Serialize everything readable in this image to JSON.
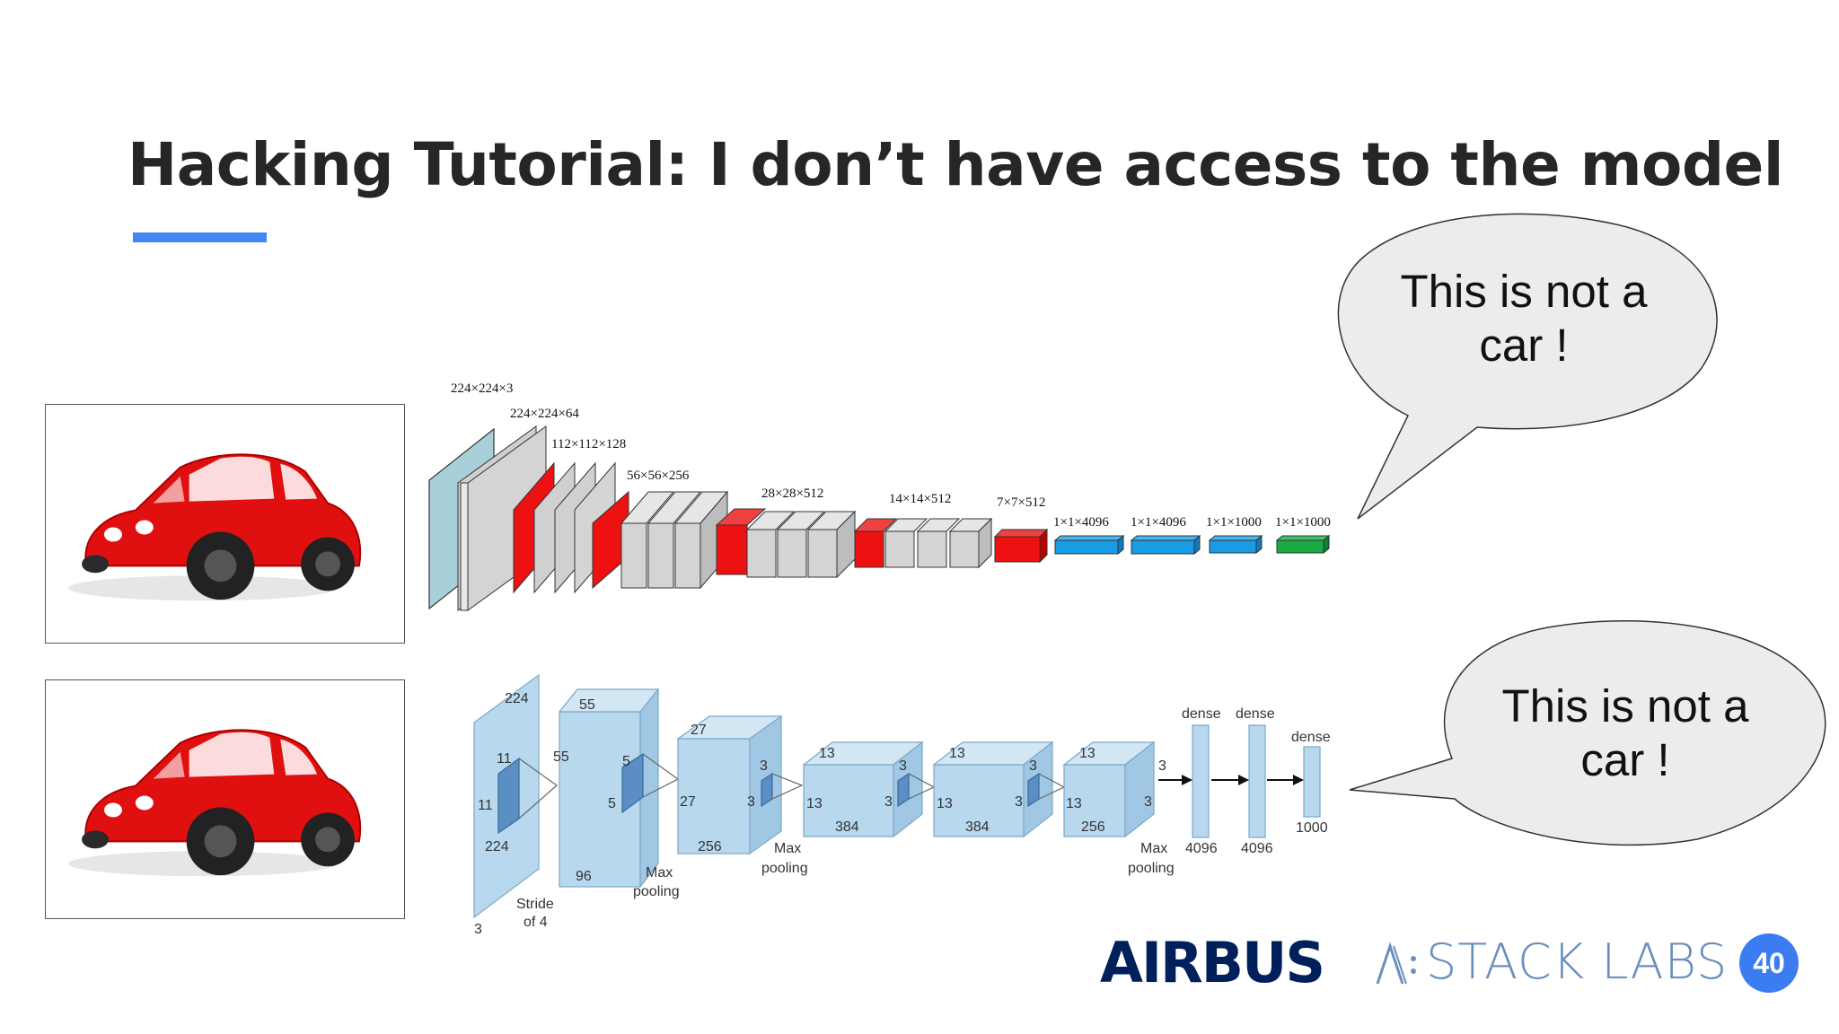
{
  "slide": {
    "title": "Hacking Tutorial: I don’t have access to the model",
    "page_number": "40"
  },
  "colors": {
    "accent_underline": "#4285f4",
    "page_badge": "#3b7cf0",
    "airbus_logo": "#00205b",
    "stacklabs_logo": "#6b8fbd",
    "car_red": "#e01010",
    "vgg_conv": "#d4d4d4",
    "vgg_pool": "#ee1111",
    "vgg_fc": "#1a9be6",
    "vgg_softmax": "#1aaa44",
    "alexnet_block": "#b8d8ee"
  },
  "bubbles": {
    "top": {
      "line1": "This is not a",
      "line2": "car !"
    },
    "bottom": {
      "line1": "This is not a",
      "line2": "car !"
    }
  },
  "vgg": {
    "labels": [
      "224×224×3",
      "224×224×64",
      "112×112×128",
      "56×56×256",
      "28×28×512",
      "14×14×512",
      "7×7×512",
      "1×1×4096",
      "1×1×4096",
      "1×1×1000",
      "1×1×1000"
    ]
  },
  "alexnet": {
    "labels": [
      "224",
      "11",
      "11",
      "224",
      "3",
      "Stride",
      "of 4",
      "55",
      "55",
      "5",
      "5",
      "96",
      "Max",
      "pooling",
      "27",
      "27",
      "3",
      "3",
      "256",
      "Max",
      "pooling",
      "13",
      "3",
      "3",
      "13",
      "384",
      "13",
      "3",
      "3",
      "13",
      "384",
      "13",
      "3",
      "3",
      "13",
      "256",
      "Max",
      "pooling",
      "dense",
      "dense",
      "dense",
      "4096",
      "4096",
      "1000"
    ]
  },
  "footer": {
    "airbus_logo": "AIRBUS",
    "stacklabs_logo": "STACK LABS"
  }
}
